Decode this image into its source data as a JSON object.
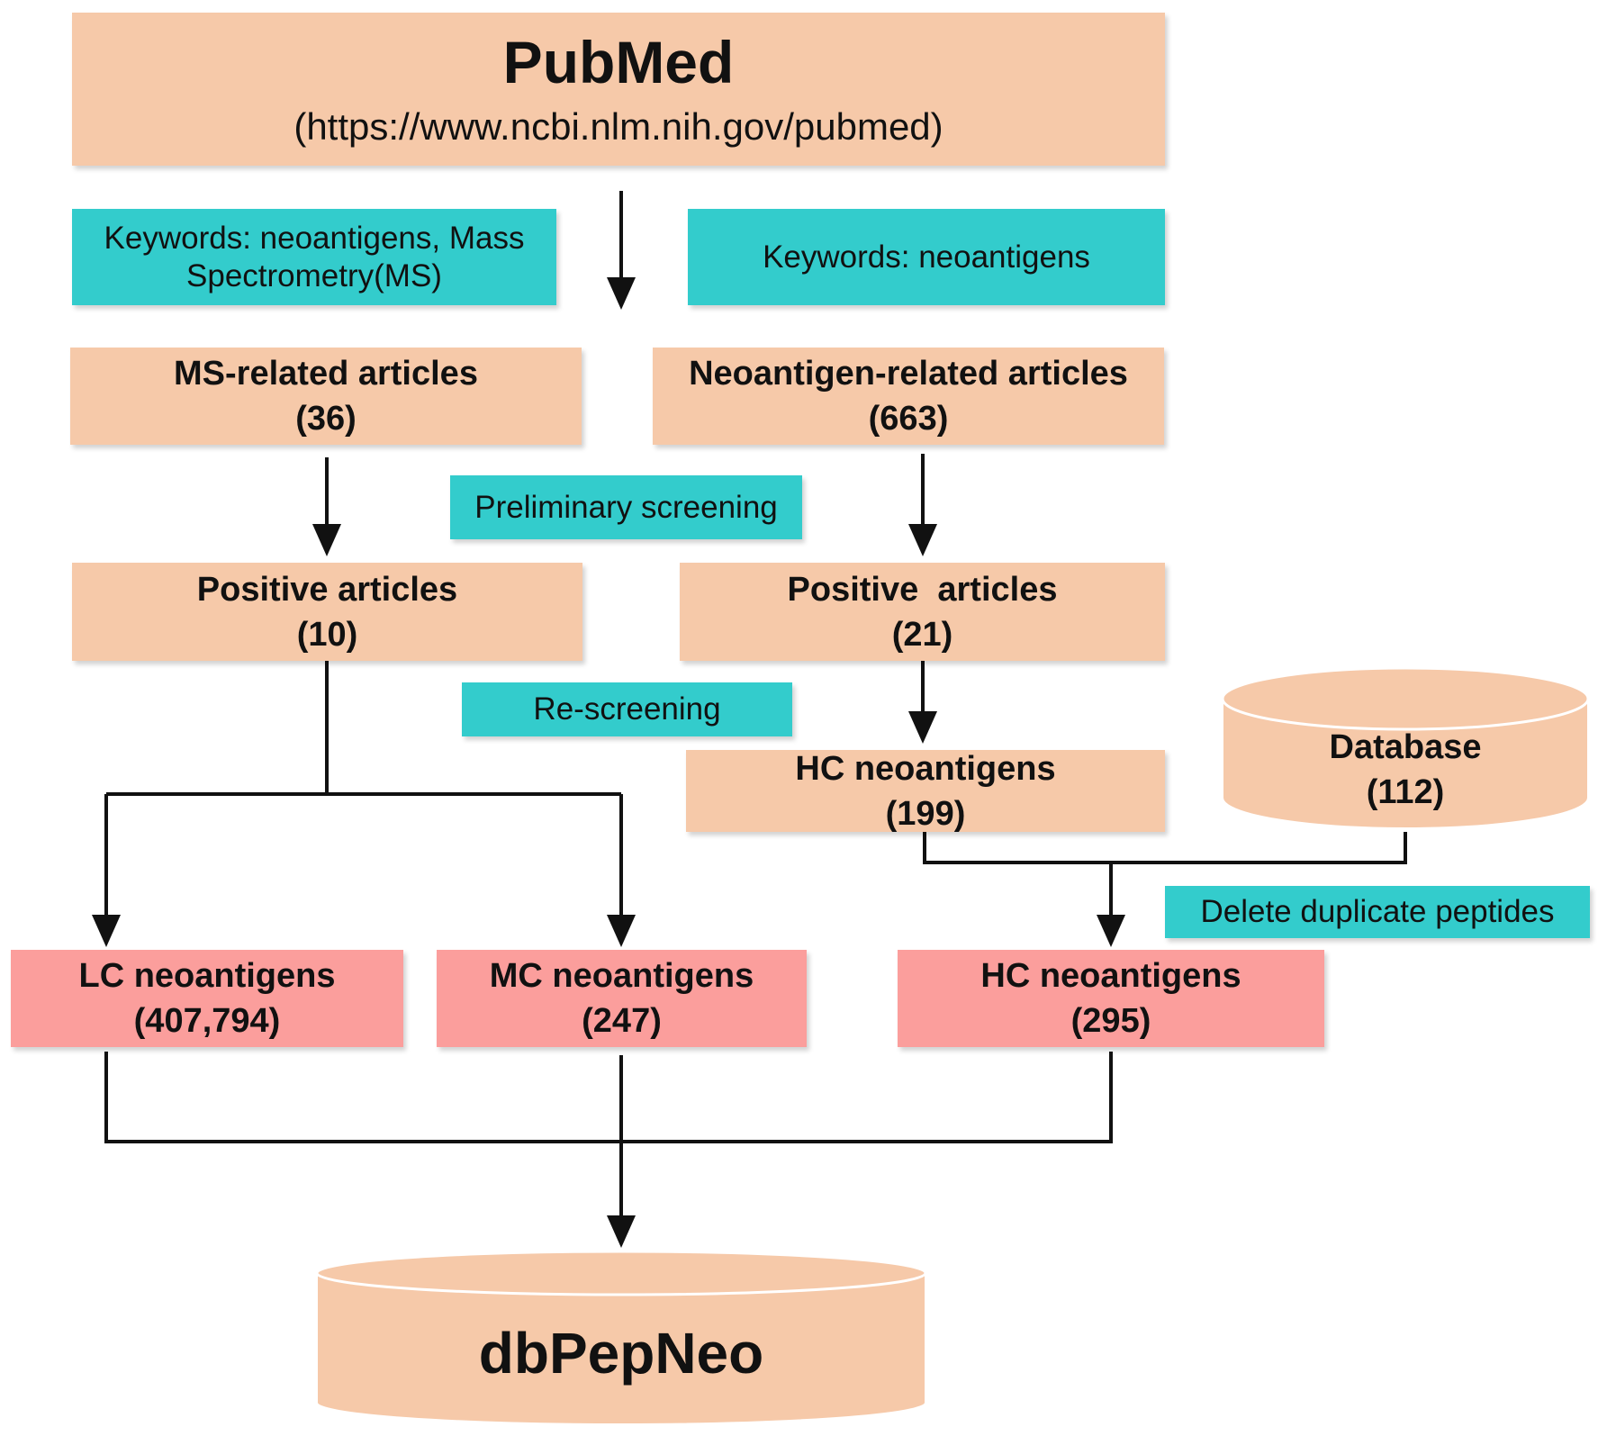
{
  "pubmed": {
    "title": "PubMed",
    "url": "(https://www.ncbi.nlm.nih.gov/pubmed)"
  },
  "keywords": {
    "left": "Keywords: neoantigens, Mass Spectrometry(MS)",
    "right": "Keywords: neoantigens"
  },
  "articles": {
    "ms": {
      "label": "MS-related articles",
      "count": "(36)"
    },
    "neo": {
      "label": "Neoantigen-related articles",
      "count": "(663)"
    }
  },
  "steps": {
    "preliminary": "Preliminary screening",
    "rescreening": "Re-screening",
    "delete_duplicates": "Delete duplicate peptides"
  },
  "positive": {
    "left": {
      "label": "Positive articles",
      "count": "(10)"
    },
    "right": {
      "label": "Positive  articles",
      "count": "(21)"
    }
  },
  "hc_intermediate": {
    "label": "HC neoantigens",
    "count": "(199)"
  },
  "database": {
    "label": "Database",
    "count": "(112)"
  },
  "outputs": {
    "lc": {
      "label": "LC neoantigens",
      "count": "(407,794)"
    },
    "mc": {
      "label": "MC neoantigens",
      "count": "(247)"
    },
    "hc": {
      "label": "HC neoantigens",
      "count": "(295)"
    }
  },
  "final": {
    "label": "dbPepNeo"
  },
  "colors": {
    "peach": "#f6c9a9",
    "teal": "#33cccc",
    "pink": "#fb9e9c",
    "line": "#111111"
  }
}
